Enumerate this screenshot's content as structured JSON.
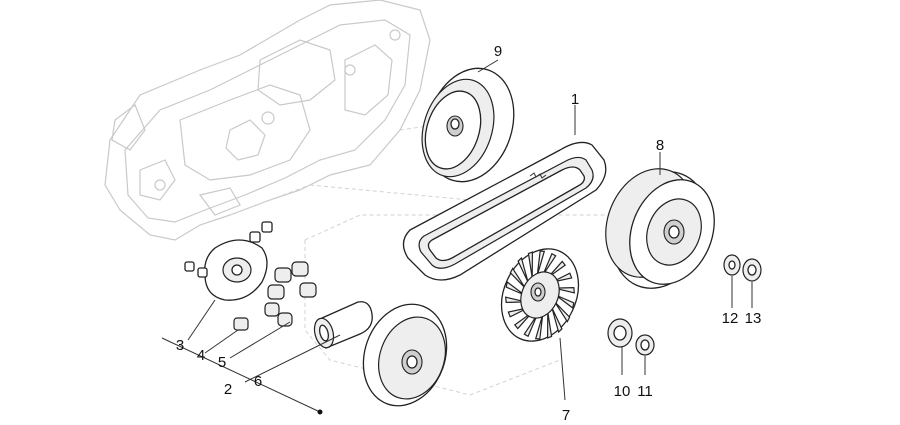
{
  "callouts": {
    "c1": "1",
    "c2": "2",
    "c3": "3",
    "c4": "4",
    "c5": "5",
    "c6": "6",
    "c7": "7",
    "c8": "8",
    "c9": "9",
    "c10": "10",
    "c11": "11",
    "c12": "12",
    "c13": "13"
  },
  "colors": {
    "line": "#222222",
    "ghost": "#c9c9c9",
    "shade": "#cfcfcf",
    "background": "#ffffff"
  }
}
